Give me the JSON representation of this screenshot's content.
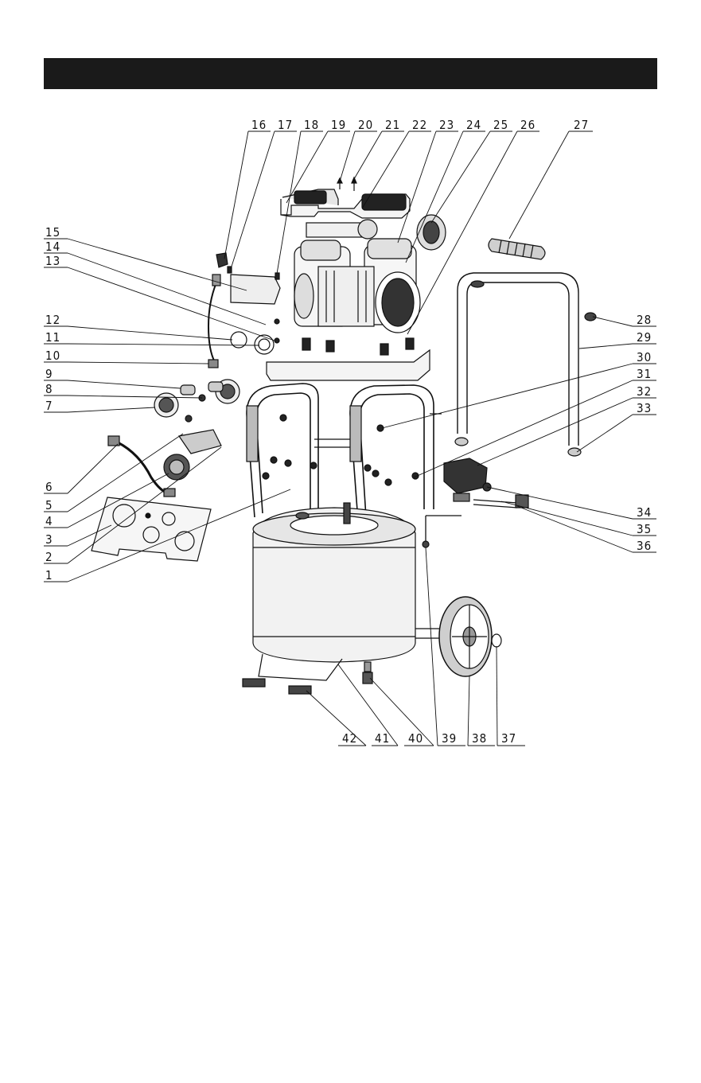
{
  "header": {
    "title": ""
  },
  "callouts_top": [
    "16",
    "17",
    "18",
    "19",
    "20",
    "21",
    "22",
    "23",
    "24",
    "25",
    "26",
    "27"
  ],
  "callouts_left": [
    "15",
    "14",
    "13",
    "12",
    "11",
    "10",
    "9",
    "8",
    "7",
    "6",
    "5",
    "4",
    "3",
    "2",
    "1"
  ],
  "callouts_right": [
    "28",
    "29",
    "30",
    "31",
    "32",
    "33",
    "34",
    "35",
    "36"
  ],
  "callouts_bottom": [
    "42",
    "41",
    "40",
    "39",
    "38",
    "37"
  ],
  "colors": {
    "line": "#111111",
    "bar": "#1a1a1a",
    "tank": "#e8e8e8",
    "dark": "#2a2a2a"
  }
}
